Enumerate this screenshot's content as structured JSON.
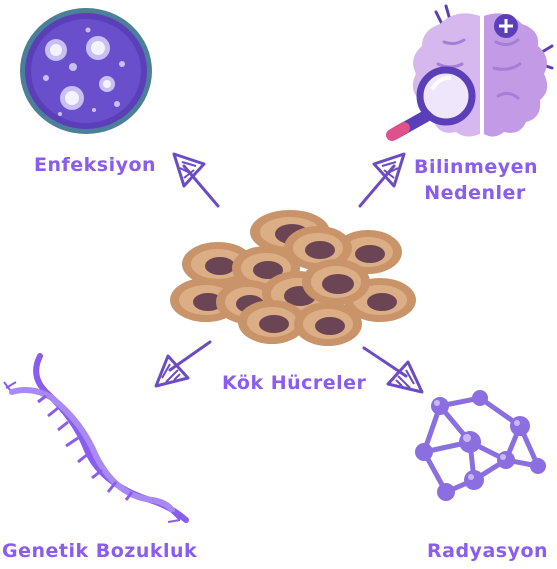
{
  "center": {
    "label": "Kök Hücreler"
  },
  "causes": {
    "infection": "Enfeksiyon",
    "unknown_line1": "Bilinmeyen",
    "unknown_line2": "Nedenler",
    "genetic": "Genetik Bozukluk",
    "radiation": "Radyasyon"
  },
  "colors": {
    "label": "#8a5cf0",
    "arrow": "#6b4cc4",
    "cell_outer": "#c9946a",
    "cell_nucleus": "#6b4554",
    "petri_fill": "#5a3fb8",
    "brain": "#c9a6e8",
    "dna": "#8a5cf0",
    "molecule": "#8b6fe0"
  },
  "icons": [
    "petri-dish-icon",
    "brain-magnifier-icon",
    "dna-helix-icon",
    "molecule-icon",
    "stem-cells-icon"
  ]
}
